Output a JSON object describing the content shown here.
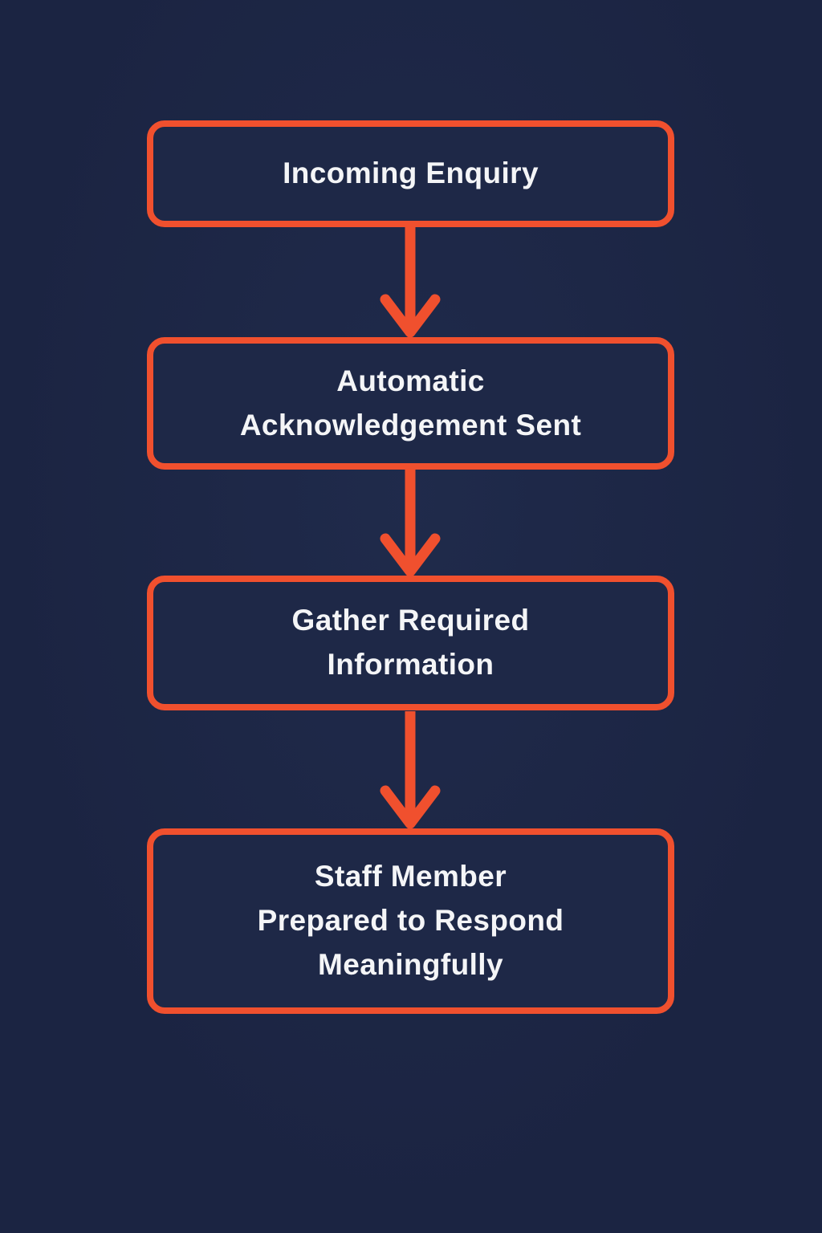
{
  "diagram": {
    "type": "flowchart",
    "direction": "top-down",
    "steps": [
      {
        "id": "incoming-enquiry",
        "label": "Incoming Enquiry"
      },
      {
        "id": "automatic-acknowledgement-sent",
        "label": "Automatic\nAcknowledgement Sent"
      },
      {
        "id": "gather-required-information",
        "label": "Gather Required\nInformation"
      },
      {
        "id": "staff-member-prepared",
        "label": "Staff Member\nPrepared to Respond\nMeaningfully"
      }
    ],
    "connections": [
      {
        "from": "incoming-enquiry",
        "to": "automatic-acknowledgement-sent"
      },
      {
        "from": "automatic-acknowledgement-sent",
        "to": "gather-required-information"
      },
      {
        "from": "gather-required-information",
        "to": "staff-member-prepared"
      }
    ]
  },
  "colors": {
    "background": "#1b2442",
    "box_fill": "#1e2847",
    "accent": "#f0502e",
    "text": "#f4f5f7"
  }
}
